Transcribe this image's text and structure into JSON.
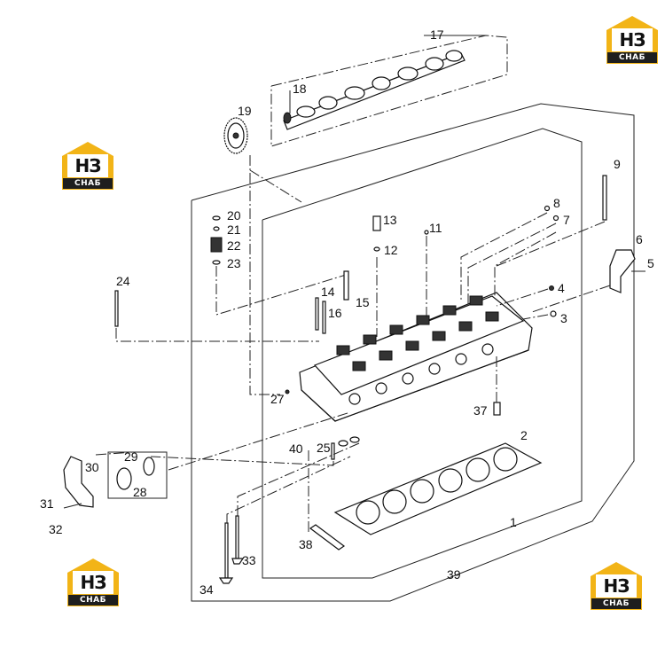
{
  "watermark": {
    "mark": "НЗ",
    "text": "СНАБ",
    "colors": {
      "gold": "#f2b417",
      "dark": "#1e1e1e"
    }
  },
  "callouts": [
    "1",
    "2",
    "3",
    "4",
    "5",
    "6",
    "7",
    "8",
    "9",
    "11",
    "12",
    "13",
    "14",
    "15",
    "16",
    "17",
    "18",
    "19",
    "20",
    "21",
    "22",
    "23",
    "24",
    "25",
    "27",
    "28",
    "29",
    "30",
    "31",
    "32",
    "33",
    "34",
    "37",
    "38",
    "39",
    "40"
  ]
}
